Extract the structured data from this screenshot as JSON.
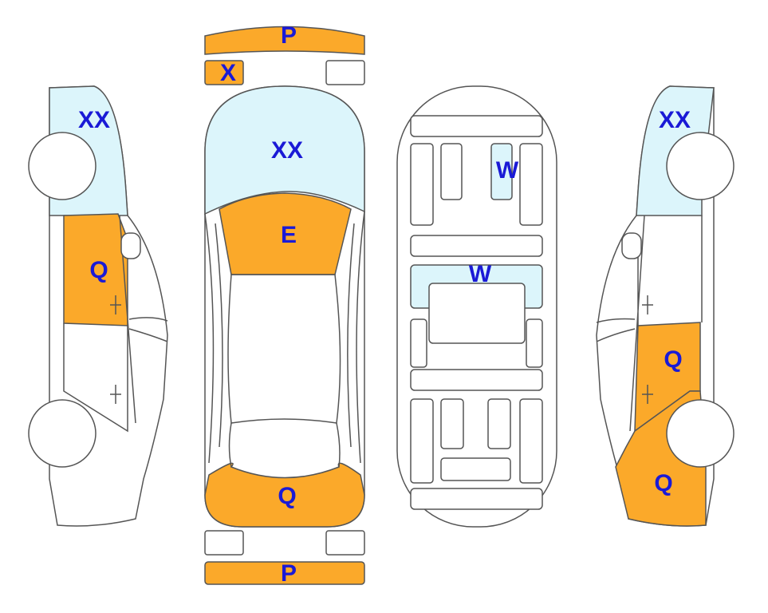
{
  "colors": {
    "damage": "#fba92a",
    "glass": "#dcf5fb",
    "outline": "#555555",
    "label": "#1a1ad6"
  },
  "labels": {
    "front_bumper": "P",
    "left_headlight": "X",
    "windshield": "XX",
    "hood": "E",
    "trunk": "Q",
    "rear_bumper": "P",
    "left_side_glass": "XX",
    "left_front_door": "Q",
    "right_side_glass": "XX",
    "right_rear_door": "Q",
    "right_rear_quarter": "Q",
    "interior_seat": "W",
    "interior_floor": "W"
  }
}
